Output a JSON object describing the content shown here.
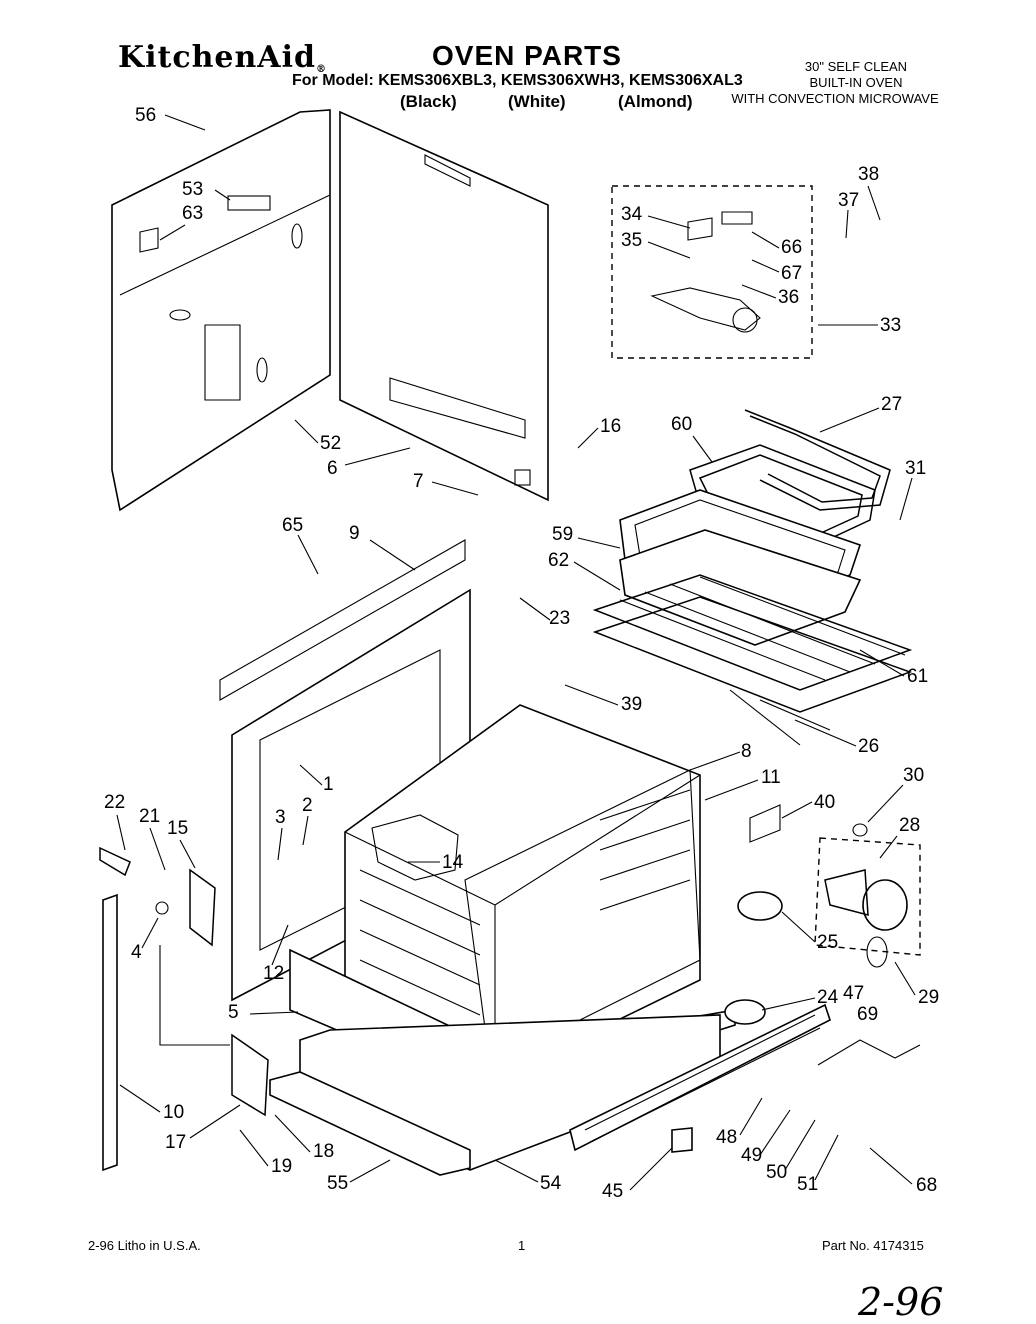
{
  "header": {
    "brand": "KitchenAid",
    "brand_mark": "®",
    "title": "OVEN PARTS",
    "model_line": "For Model: KEMS306XBL3, KEMS306XWH3, KEMS306XAL3",
    "finishes": [
      "(Black)",
      "(White)",
      "(Almond)"
    ],
    "description": [
      "30\" SELF CLEAN",
      "BUILT-IN OVEN",
      "WITH CONVECTION MICROWAVE"
    ]
  },
  "footer": {
    "print_info": "2-96  Litho in U.S.A.",
    "page_number": "1",
    "part_number": "Part No. 4174315",
    "handwritten_note": "2-96"
  },
  "part_labels": [
    "56",
    "53",
    "63",
    "52",
    "6",
    "7",
    "16",
    "34",
    "35",
    "66",
    "67",
    "36",
    "33",
    "38",
    "37",
    "27",
    "60",
    "31",
    "59",
    "62",
    "61",
    "26",
    "65",
    "9",
    "23",
    "39",
    "8",
    "11",
    "1",
    "22",
    "21",
    "15",
    "3",
    "2",
    "14",
    "4",
    "12",
    "40",
    "30",
    "28",
    "25",
    "29",
    "24",
    "47",
    "69",
    "5",
    "10",
    "17",
    "18",
    "19",
    "55",
    "54",
    "45",
    "48",
    "49",
    "50",
    "51",
    "68"
  ]
}
